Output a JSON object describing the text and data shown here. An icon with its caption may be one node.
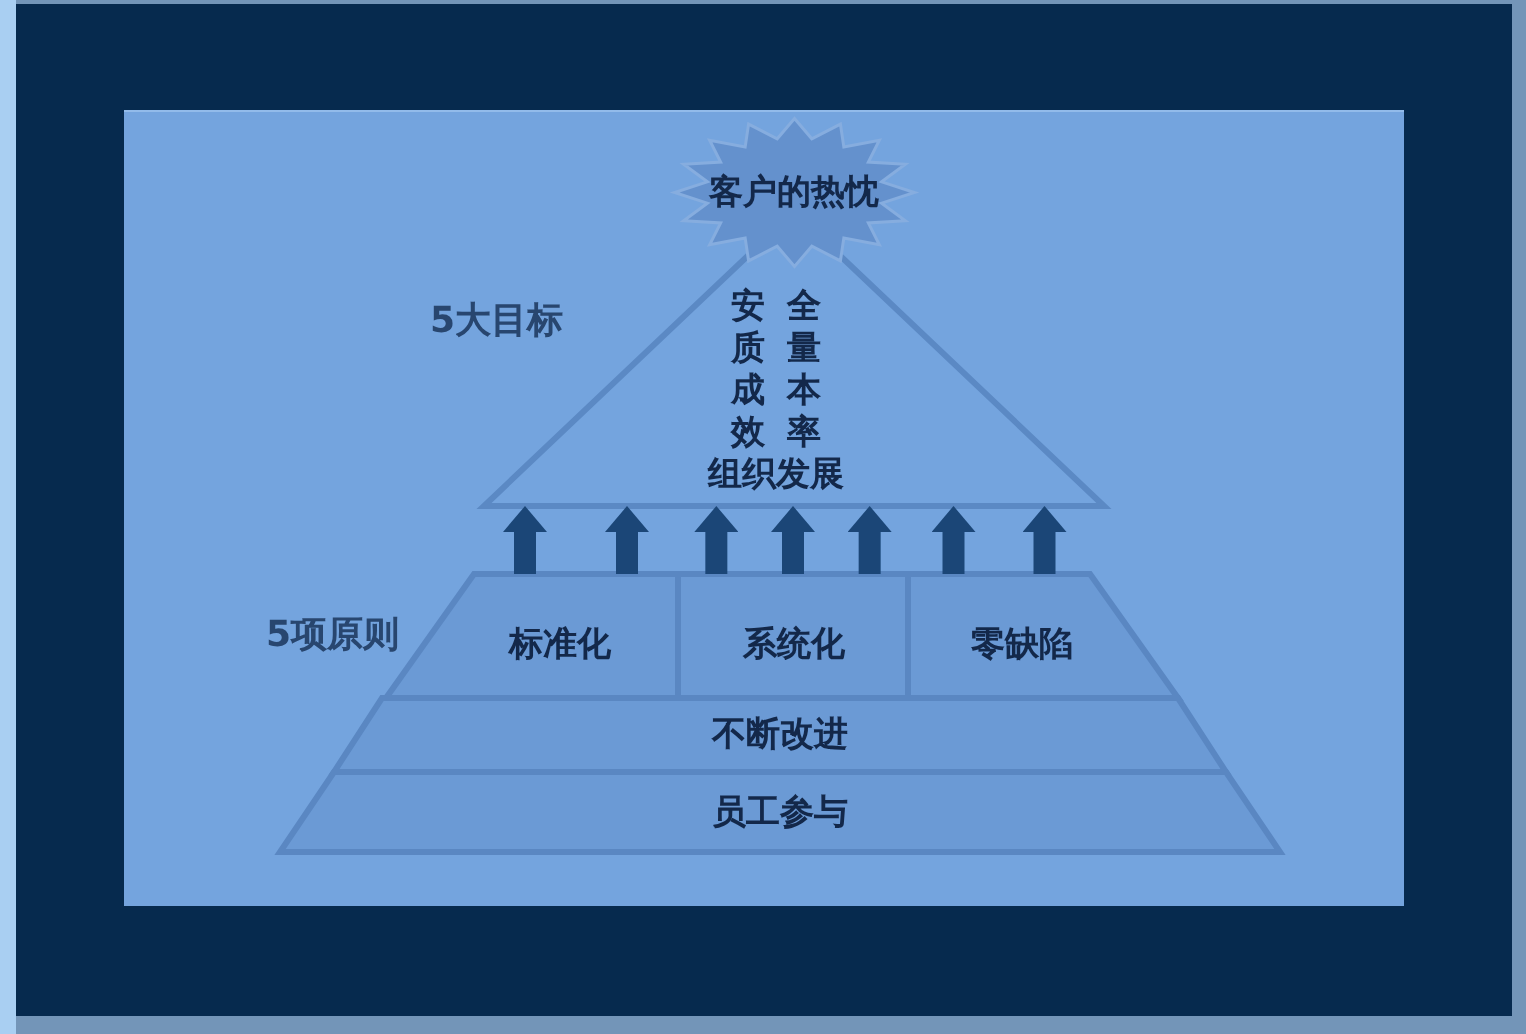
{
  "diagram": {
    "nodes": [
      {
        "text": [
          "客户的热忱"
        ]
      },
      {
        "text": [
          "安全",
          "质量",
          "成本",
          "效率",
          "组织发展"
        ],
        "beside": [
          "5大目标"
        ]
      },
      {
        "text": [
          "标准化"
        ]
      },
      {
        "text": [
          "系统化"
        ]
      },
      {
        "text": [
          "零缺陷"
        ]
      },
      {
        "text": [
          "不断改进"
        ]
      },
      {
        "text": [
          "员工参与"
        ]
      }
    ],
    "edges": [
      {
        "from": 2,
        "to": 1,
        "arrow": "to"
      },
      {
        "from": 2,
        "to": 1,
        "arrow": "to"
      },
      {
        "from": 3,
        "to": 1,
        "arrow": "to"
      },
      {
        "from": 3,
        "to": 1,
        "arrow": "to"
      },
      {
        "from": 3,
        "to": 1,
        "arrow": "to"
      },
      {
        "from": 4,
        "to": 1,
        "arrow": "to"
      },
      {
        "from": 4,
        "to": 1,
        "arrow": "to"
      }
    ],
    "labels": [
      "5项原则"
    ]
  }
}
